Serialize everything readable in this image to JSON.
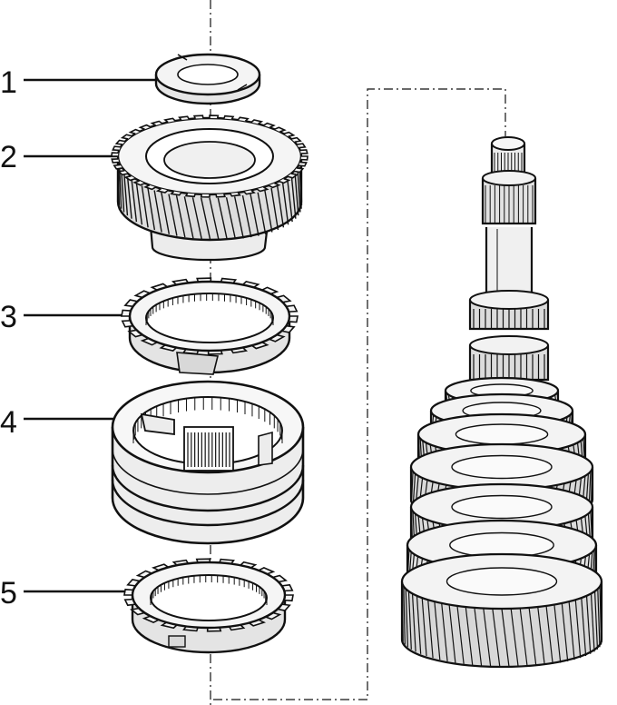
{
  "figure": {
    "callouts": [
      {
        "number": "1",
        "part": "thrust-washer"
      },
      {
        "number": "2",
        "part": "helical-gear"
      },
      {
        "number": "3",
        "part": "synchronizer-ring-upper"
      },
      {
        "number": "4",
        "part": "synchronizer-hub-sleeve"
      },
      {
        "number": "5",
        "part": "synchronizer-ring-lower"
      }
    ],
    "colors": {
      "ink": "#111111",
      "paper": "#ffffff",
      "fill": "#f2f2f2",
      "shade": "#d0d0d0"
    }
  }
}
